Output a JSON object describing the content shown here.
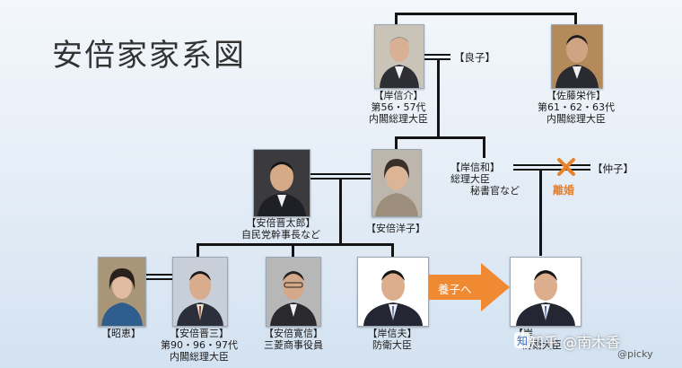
{
  "title": "安倍家家系図",
  "people": {
    "kishi_nobusuke": {
      "name": "【岸信介】",
      "line1": "第56・57代",
      "line2": "内閣総理大臣"
    },
    "sato_eisaku": {
      "name": "【佐藤栄作】",
      "line1": "第61・62・63代",
      "line2": "内閣総理大臣"
    },
    "abe_shintaro": {
      "name": "【安倍晋太郎】",
      "line1": "自民党幹事長など"
    },
    "abe_yoko": {
      "name": "【安倍洋子】"
    },
    "kishi_nobukazu": {
      "name": "【岸信和】",
      "line1": "総理大臣",
      "line2": "秘書官など"
    },
    "akie": {
      "name": "【昭恵】"
    },
    "abe_shinzo": {
      "name": "【安倍晋三】",
      "line1": "第90・96・97代",
      "line2": "内閣総理大臣"
    },
    "abe_hironobu": {
      "name": "【安倍寛信】",
      "line1": "三菱商事役員"
    },
    "kishi_nobuo": {
      "name": "【岸信夫】",
      "line1": "防衛大臣"
    },
    "kishi_adopted": {
      "name": "【岸",
      "line1": "防衛大臣"
    }
  },
  "spouse_labels": {
    "yoshiko": "【良子】",
    "nakako": "【仲子】"
  },
  "divorce_label": "離婚",
  "adoption_label": "養子へ",
  "watermark": {
    "main": "知乎 @南木香",
    "sub": "@picky"
  },
  "colors": {
    "accent": "#e8812b",
    "line": "#141414",
    "background": "#e6eef7"
  },
  "icons": [
    "zhihu-logo-icon",
    "divorce-x-icon",
    "arrow-right-icon"
  ]
}
